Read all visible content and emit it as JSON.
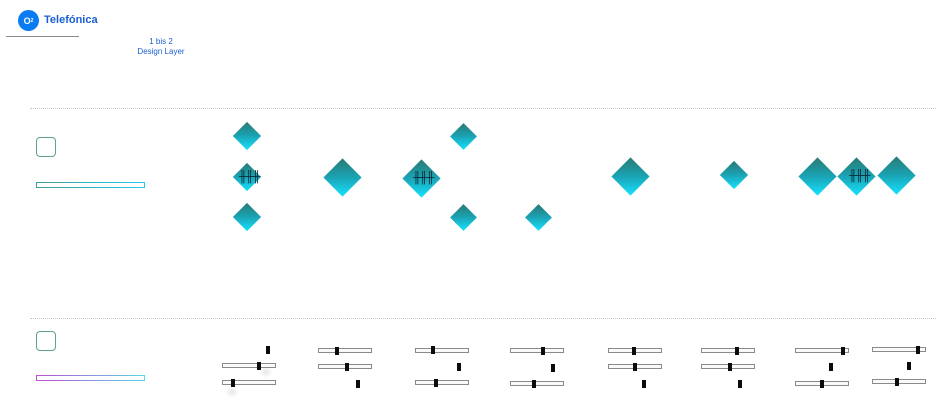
{
  "header": {
    "logo_mark": "O",
    "logo_sub": "2",
    "brand_name": "Telefónica"
  },
  "layer": {
    "line1": "1 bis 2",
    "line2": "Design Layer"
  },
  "icons": {
    "waveform": "waveform-icon",
    "checkbox": "checkbox-icon"
  },
  "colors": {
    "brand_blue": "#0a7bf0",
    "diamond_top": "#2a7a73",
    "diamond_bottom": "#16e2ff",
    "checkbox_border": "#5da08f"
  }
}
